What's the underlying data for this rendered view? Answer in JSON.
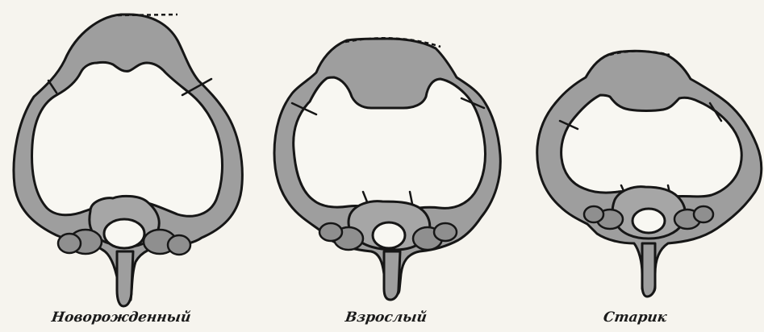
{
  "figure": {
    "captions": {
      "newborn": "Новорожденный",
      "adult": "Взрослый",
      "old": "Старик"
    }
  }
}
